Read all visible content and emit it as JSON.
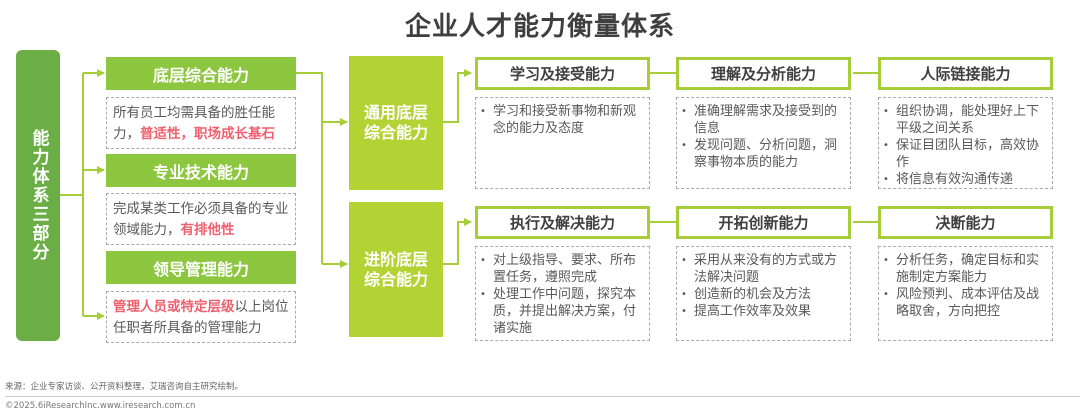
{
  "title": "企业人才能力衡量体系",
  "root_label": "能力体系三部分",
  "colors": {
    "root": "#6aae45",
    "left_header": "#8dc63f",
    "mid_block": "#b3d335",
    "right_border": "#a6ce39",
    "highlight": "#f0606e",
    "connector": "#a6ce39"
  },
  "left": [
    {
      "header": "底层综合能力",
      "desc_parts": [
        {
          "text": "所有员工均需具备的胜任能力，",
          "highlight": false
        },
        {
          "text": "普适性，职场成长基石",
          "highlight": true
        }
      ]
    },
    {
      "header": "专业技术能力",
      "desc_parts": [
        {
          "text": "完成某类工作必须具备的专业领域能力，",
          "highlight": false
        },
        {
          "text": "有排他性",
          "highlight": true
        }
      ]
    },
    {
      "header": "领导管理能力",
      "desc_parts": [
        {
          "text": "管理人员或特定层级",
          "highlight": true
        },
        {
          "text": "以上岗位任职者所具备的管理能力",
          "highlight": false
        }
      ]
    }
  ],
  "middle": [
    {
      "line1": "通用底层",
      "line2": "综合能力"
    },
    {
      "line1": "进阶底层",
      "line2": "综合能力"
    }
  ],
  "rows": [
    [
      {
        "title": "学习及接受能力",
        "bullets": [
          "学习和接受新事物和新观念的能力及态度"
        ]
      },
      {
        "title": "理解及分析能力",
        "bullets": [
          "准确理解需求及接受到的信息",
          "发现问题、分析问题，洞察事物本质的能力"
        ]
      },
      {
        "title": "人际链接能力",
        "bullets": [
          "组织协调，能处理好上下平级之间关系",
          "保证目团队目标，高效协作",
          "将信息有效沟通传递"
        ]
      }
    ],
    [
      {
        "title": "执行及解决能力",
        "bullets": [
          "对上级指导、要求、所布置任务，遵照完成",
          "处理工作中问题，探究本质，并提出解决方案，付诸实施"
        ]
      },
      {
        "title": "开拓创新能力",
        "bullets": [
          "采用从来没有的方式或方法解决问题",
          "创造新的机会及方法",
          "提高工作效率及效果"
        ]
      },
      {
        "title": "决断能力",
        "bullets": [
          "分析任务，确定目标和实施制定方案能力",
          "风险预判、成本评估及战略取舍，方向把控"
        ]
      }
    ]
  ],
  "footer": {
    "source": "来源：企业专家访谈、公开资料整理，艾瑞咨询自主研究绘制。",
    "copyright": "©2025.6iResearchInc.www.iresearch.com.cn"
  }
}
